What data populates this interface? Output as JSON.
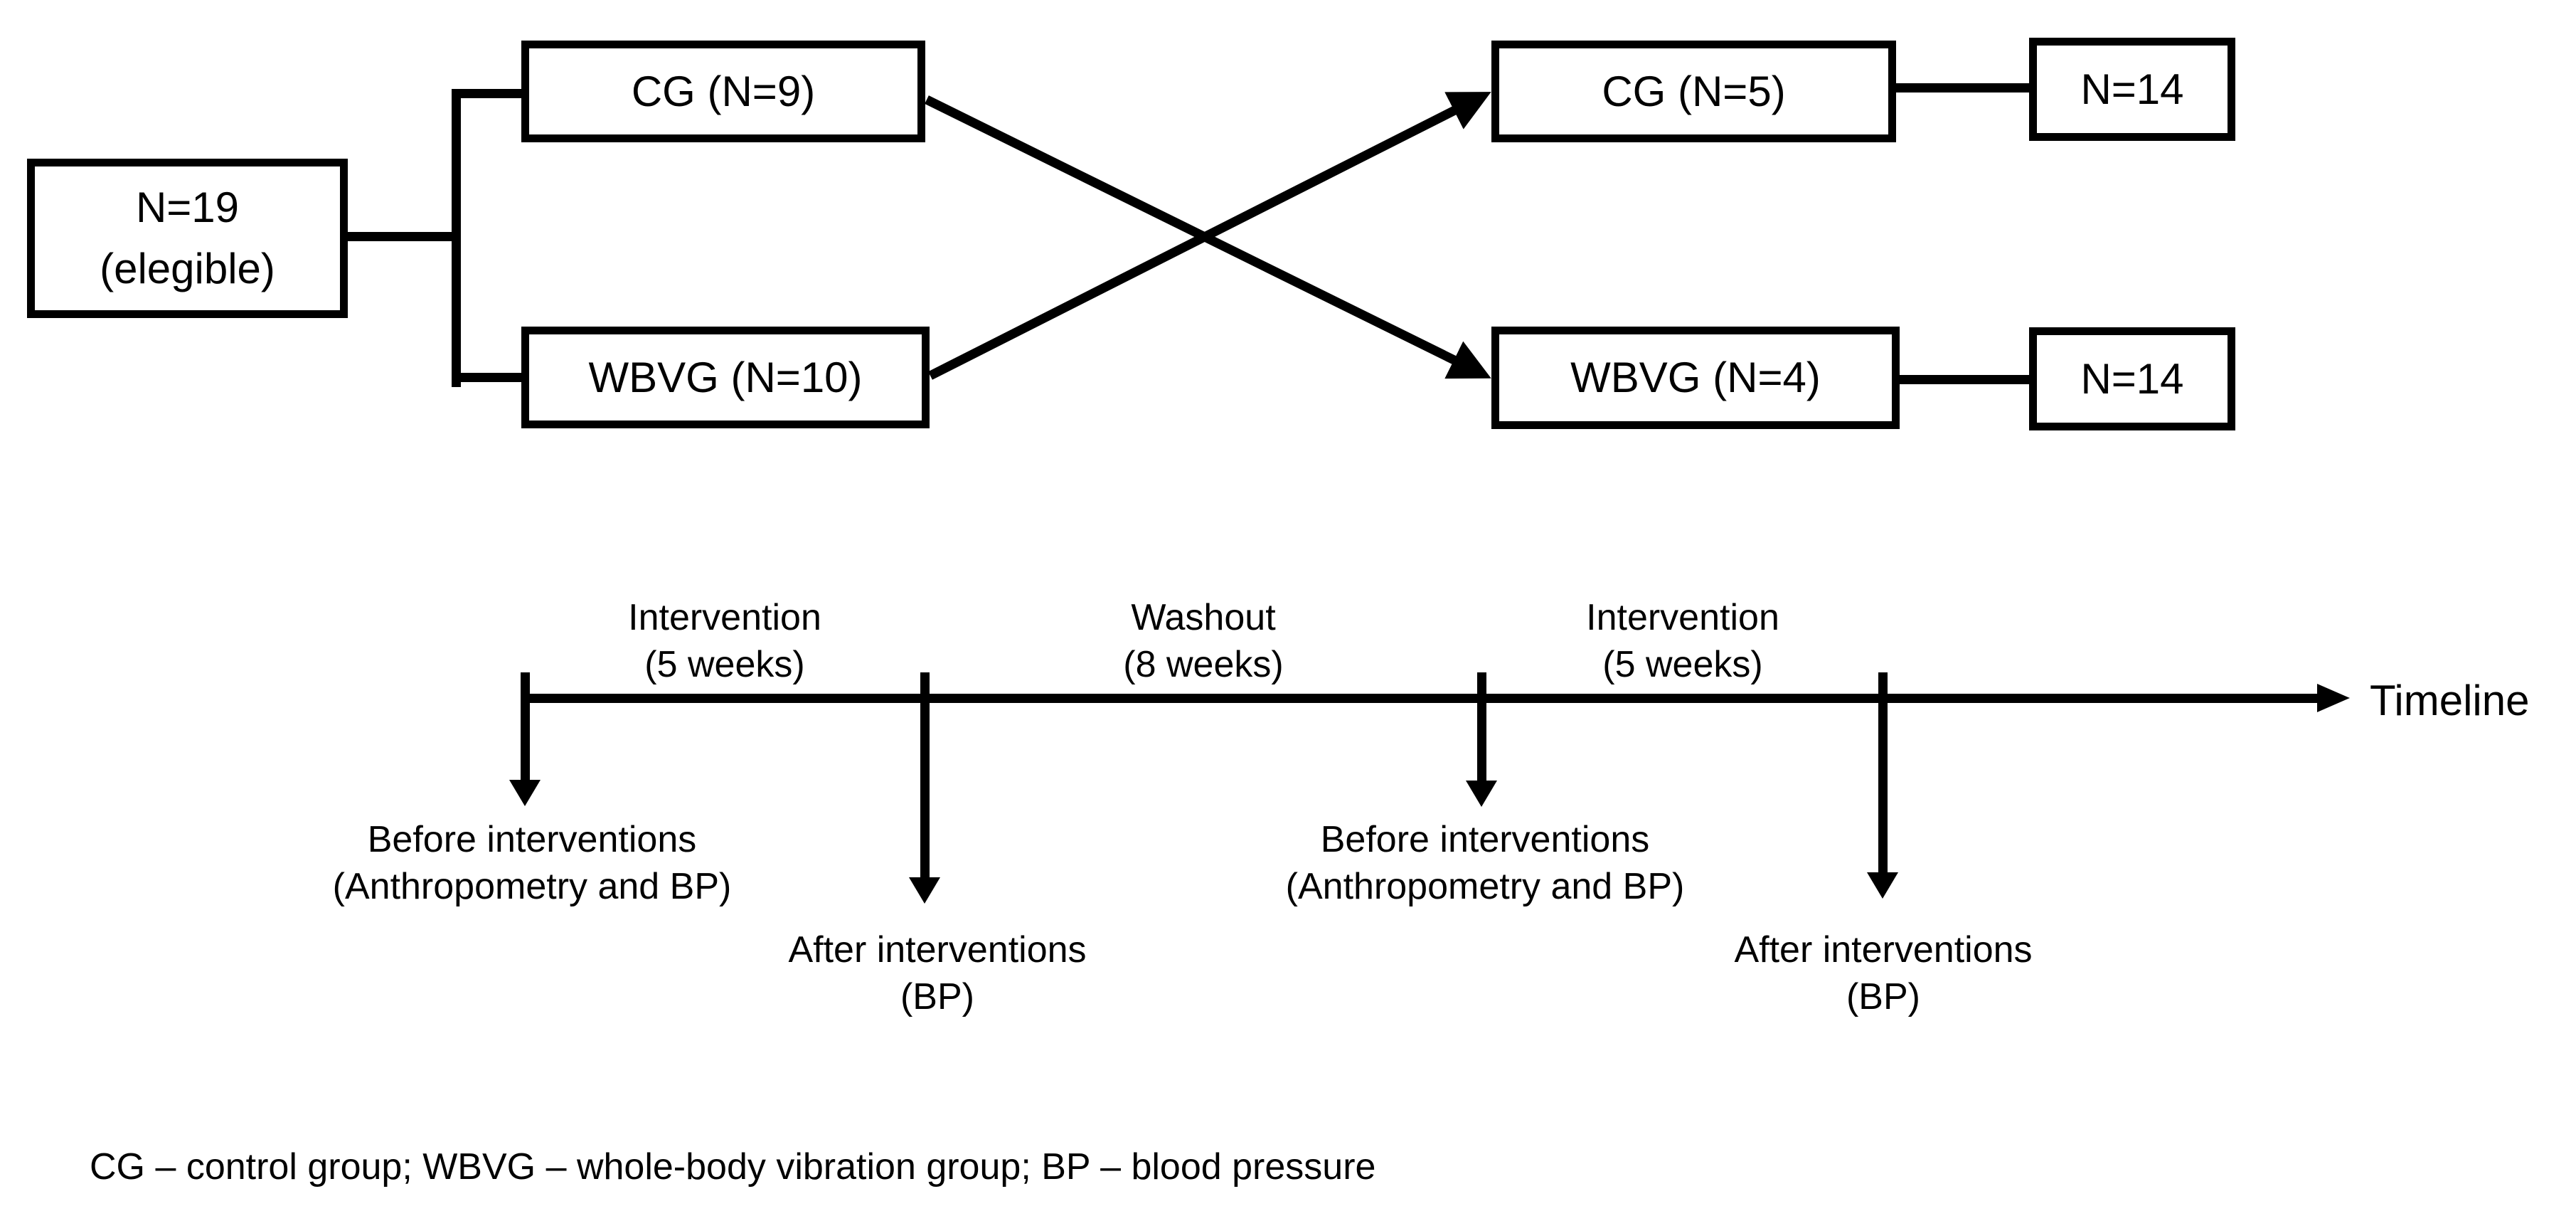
{
  "flowchart": {
    "eligible_box": {
      "line1": "N=19",
      "line2": "(elegible)"
    },
    "allocation_first_period": {
      "cg": "CG (N=9)",
      "wbvg": "WBVG (N=10)"
    },
    "allocation_second_period": {
      "cg": "CG (N=5)",
      "wbvg": "WBVG (N=4)"
    },
    "totals": {
      "top": "N=14",
      "bottom": "N=14"
    }
  },
  "timeline": {
    "axis_label": "Timeline",
    "phases": [
      {
        "line1": "Intervention",
        "line2": "(5 weeks)"
      },
      {
        "line1": "Washout",
        "line2": "(8 weeks)"
      },
      {
        "line1": "Intervention",
        "line2": "(5 weeks)"
      }
    ],
    "measurements": [
      {
        "line1": "Before interventions",
        "line2": "(Anthropometry and BP)"
      },
      {
        "line1": "After interventions",
        "line2": "(BP)"
      },
      {
        "line1": "Before interventions",
        "line2": "(Anthropometry and BP)"
      },
      {
        "line1": "After interventions",
        "line2": "(BP)"
      }
    ]
  },
  "legend": {
    "text": "CG – control group; WBVG – whole-body vibration group; BP – blood pressure"
  },
  "colors": {
    "ink": "#000000",
    "background": "#ffffff"
  }
}
